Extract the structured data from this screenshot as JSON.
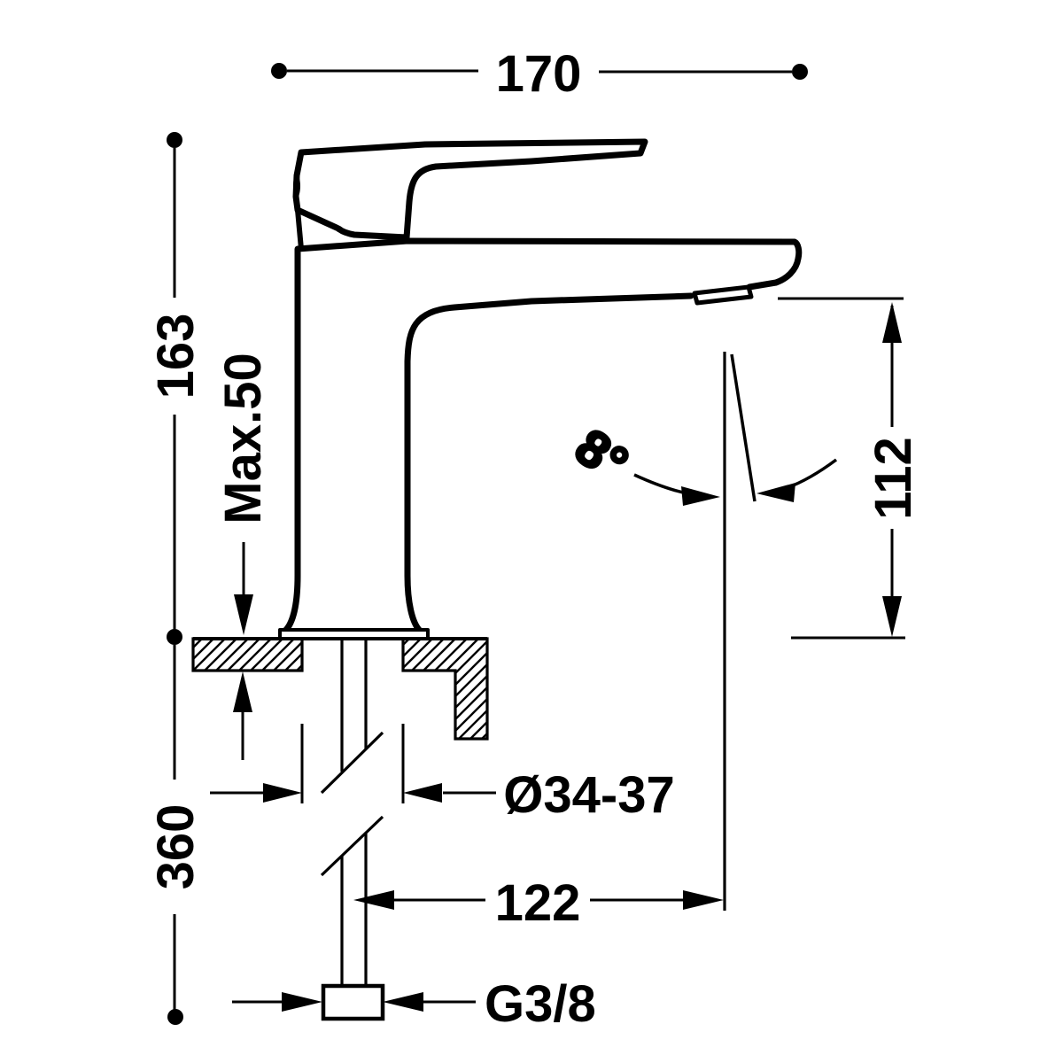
{
  "diagram": {
    "type": "technical dimension drawing",
    "subject": "single-lever basin mixer faucet, side elevation with installation dimensions",
    "background_color": "#ffffff",
    "line_color": "#000000",
    "units_implied": "mm",
    "labels": {
      "overall_depth": "170",
      "total_height": "163",
      "max_deck_thickness": "Max.50",
      "below_deck_length": "360",
      "hole_diameter": "Ø34-37",
      "spout_reach": "122",
      "spout_height": "112",
      "stream_angle": "8°",
      "connection_thread": "G3/8"
    }
  }
}
